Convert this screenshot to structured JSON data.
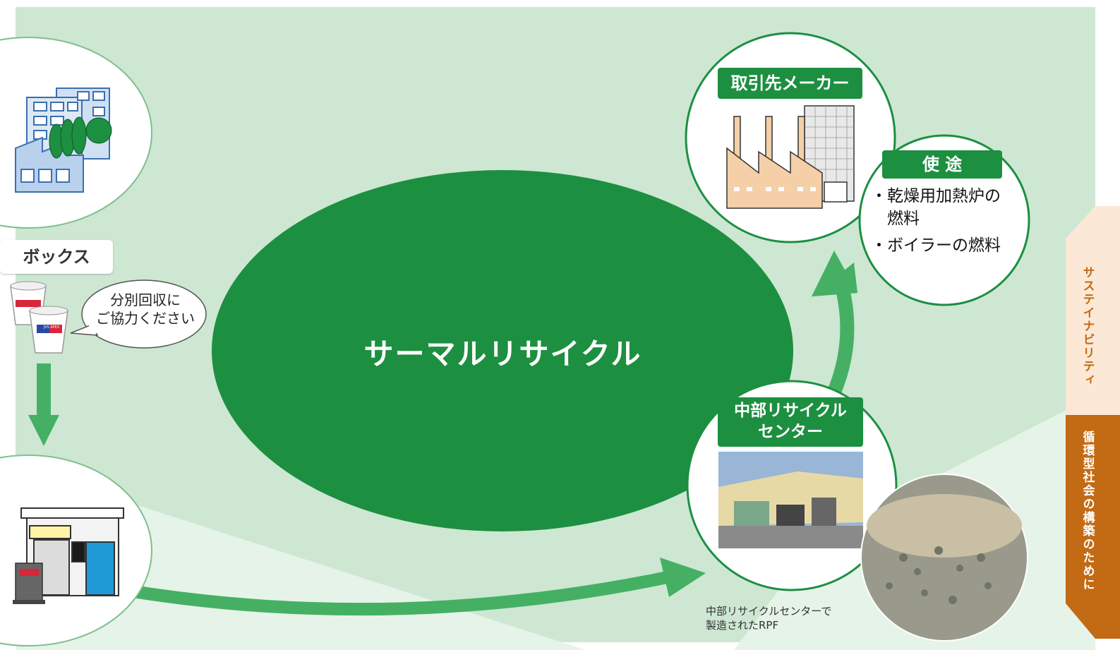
{
  "main": {
    "center_title": "サーマルリサイクル"
  },
  "collection": {
    "box_label": "ボックス",
    "speech_bubble": "分別回収に\nご協力ください",
    "cup_brand": "JVS APEX"
  },
  "client_maker": {
    "title": "取引先メーカー"
  },
  "usage": {
    "title": "使 途",
    "items": [
      "・乾燥用加熱炉の\n　燃料",
      "・ボイラーの燃料"
    ]
  },
  "recycle_center": {
    "title": "中部リサイクル\nセンター"
  },
  "rpf": {
    "caption": "中部リサイクルセンターで\n製造されたRPF"
  },
  "side_tabs": {
    "sustainability": "サステイナビリティ",
    "circular_society": "循環型社会の構築のために"
  },
  "colors": {
    "background": "#cde7d3",
    "light_band": "#e6f3e8",
    "dark_green": "#1d8f41",
    "arrow_green": "#45b063",
    "tab_light": "#fbe8d6",
    "tab_dark": "#c36a14"
  }
}
